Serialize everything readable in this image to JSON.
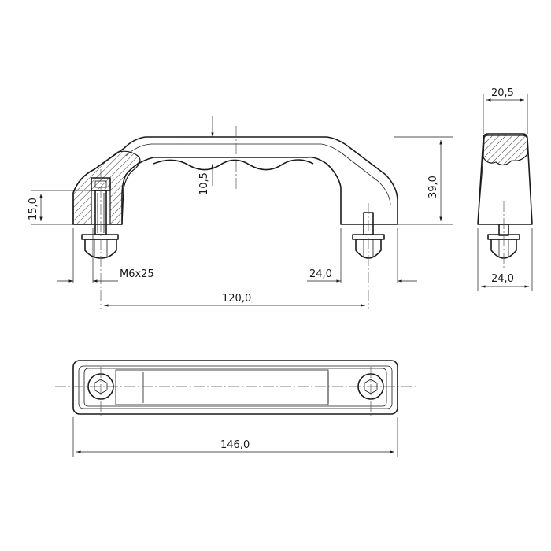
{
  "dimensions": {
    "width_top": "20,5",
    "height_total": "39,0",
    "grip_depth": "10,5",
    "mount_height": "15,0",
    "screw": "M6x25",
    "foot_length": "24,0",
    "side_width": "24,0",
    "hole_spacing": "120,0",
    "overall_length": "146,0"
  }
}
